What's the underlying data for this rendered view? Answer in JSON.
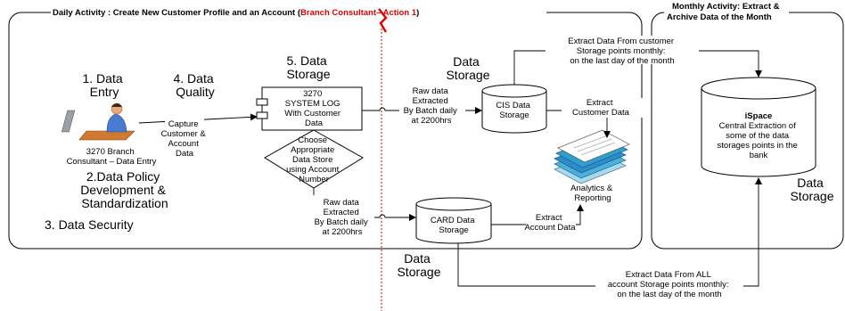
{
  "panels": {
    "daily_prefix": "Daily Activity : Create New Customer Profile and an Account (",
    "daily_highlight": "Branch Consultant– Action 1",
    "daily_suffix": ")",
    "monthly_line1": "Monthly Activity: Extract &",
    "monthly_line2": "Archive Data of the Month"
  },
  "steps": {
    "data_entry": [
      "1. Data",
      "Entry"
    ],
    "data_quality": [
      "4. Data",
      "Quality"
    ],
    "data_storage": [
      "5. Data",
      "Storage"
    ],
    "data_policy": [
      "2.Data Policy",
      "Development &",
      "Standardization"
    ],
    "data_security": "3. Data Security"
  },
  "actor": {
    "caption": [
      "3270 Branch",
      "Consultant – Data Entry"
    ]
  },
  "nodes": {
    "system_log": [
      "3270",
      "SYSTEM LOG",
      "With Customer",
      "Data"
    ],
    "decision": [
      "Choose",
      "Appropriate",
      "Data Store",
      "using Account",
      "Number"
    ],
    "cis": [
      "CIS Data",
      "Storage"
    ],
    "card": [
      "CARD Data",
      "Storage"
    ],
    "analytics": [
      "Analytics &",
      "Reporting"
    ],
    "ispace_title": "iSpace",
    "ispace_body": [
      "Central Extraction of",
      "some of the data",
      "storages points in the",
      "bank"
    ]
  },
  "storage_labels": {
    "cis_area": [
      "Data",
      "Storage"
    ],
    "card_area": [
      "Data",
      "Storage"
    ],
    "ispace_area": [
      "Data",
      "Storage"
    ]
  },
  "edge_labels": {
    "capture": [
      "Capture",
      "Customer &",
      "Account",
      "Data"
    ],
    "raw_cis": [
      "Raw data",
      "Extracted",
      "By Batch daily",
      "at 2200hrs"
    ],
    "raw_card": [
      "Raw data",
      "Extracted",
      "By Batch daily",
      "at 2200hrs"
    ],
    "extract_customer": [
      "Extract",
      "Customer Data"
    ],
    "extract_account": [
      "Extract",
      "Account Data"
    ],
    "extract_cis_monthly": [
      "Extract Data From customer",
      "Storage points monthly:",
      "on the last day of the month"
    ],
    "extract_all_monthly": [
      "Extract Data From ALL",
      "account Storage points monthly:",
      "on the last day of the month"
    ]
  },
  "colors": {
    "highlight_text": "#e00000",
    "divider": "#e00000",
    "stroke": "#000000",
    "person_shirt": "#4a7bd0",
    "person_skin": "#e8a878",
    "desk": "#d07a30"
  },
  "icons": {
    "actor": "person-at-computer-icon",
    "analytics": "stacked-documents-icon",
    "divider_mark": "lightning-bolt-icon"
  }
}
